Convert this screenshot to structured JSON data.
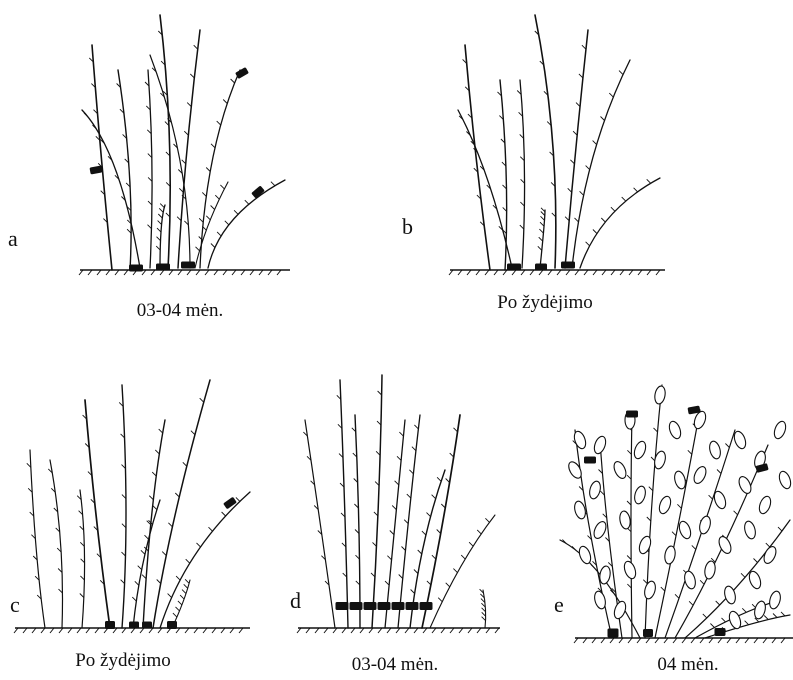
{
  "panels": [
    {
      "id": "a",
      "letter": "a",
      "caption": "03-04 mėn."
    },
    {
      "id": "b",
      "letter": "b",
      "caption": "Po žydėjimo"
    },
    {
      "id": "c",
      "letter": "c",
      "caption": "Po žydėjimo"
    },
    {
      "id": "d",
      "letter": "d",
      "caption": "03-04 mėn."
    },
    {
      "id": "e",
      "letter": "e",
      "caption": "04 mėn."
    }
  ]
}
